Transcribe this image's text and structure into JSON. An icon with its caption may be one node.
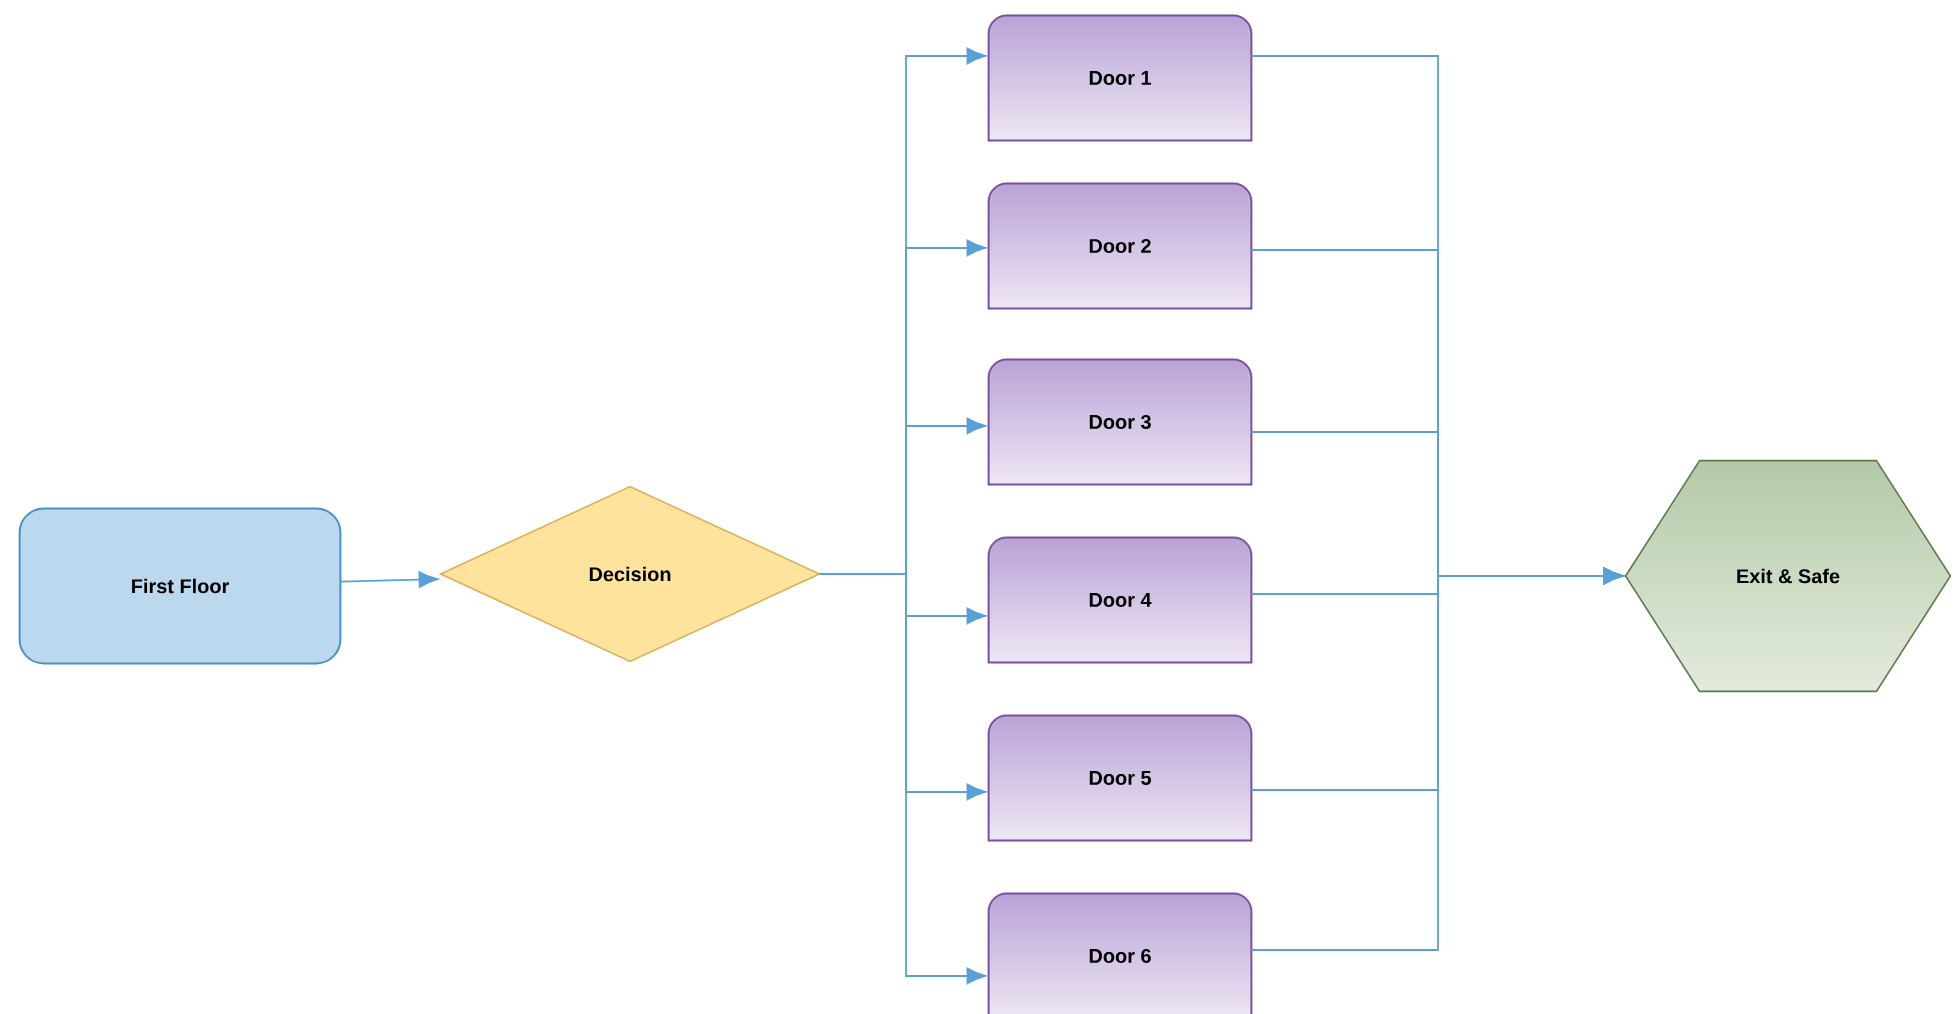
{
  "diagram": {
    "nodes": [
      {
        "text": [
          "First Floor"
        ]
      },
      {
        "text": [
          "Decision"
        ]
      },
      {
        "text": [
          "Door 1"
        ]
      },
      {
        "text": [
          "Door 2"
        ]
      },
      {
        "text": [
          "Door 3"
        ]
      },
      {
        "text": [
          "Door 4"
        ]
      },
      {
        "text": [
          "Door 5"
        ]
      },
      {
        "text": [
          "Door 6"
        ]
      },
      {
        "text": [
          "Exit & Safe"
        ]
      }
    ],
    "edges": [
      {
        "from": 0,
        "to": 1,
        "arrow": "to"
      },
      {
        "from": 1,
        "to": 2,
        "arrow": "to"
      },
      {
        "from": 1,
        "to": 3,
        "arrow": "to"
      },
      {
        "from": 1,
        "to": 4,
        "arrow": "to"
      },
      {
        "from": 1,
        "to": 5,
        "arrow": "to"
      },
      {
        "from": 1,
        "to": 6,
        "arrow": "to"
      },
      {
        "from": 1,
        "to": 7,
        "arrow": "to"
      },
      {
        "from": 2,
        "to": 8,
        "arrow": "to"
      },
      {
        "from": 3,
        "to": 8,
        "arrow": "to"
      },
      {
        "from": 4,
        "to": 8,
        "arrow": "to"
      },
      {
        "from": 5,
        "to": 8,
        "arrow": "to"
      },
      {
        "from": 6,
        "to": 8,
        "arrow": "to"
      },
      {
        "from": 7,
        "to": 8,
        "arrow": "to"
      }
    ]
  }
}
